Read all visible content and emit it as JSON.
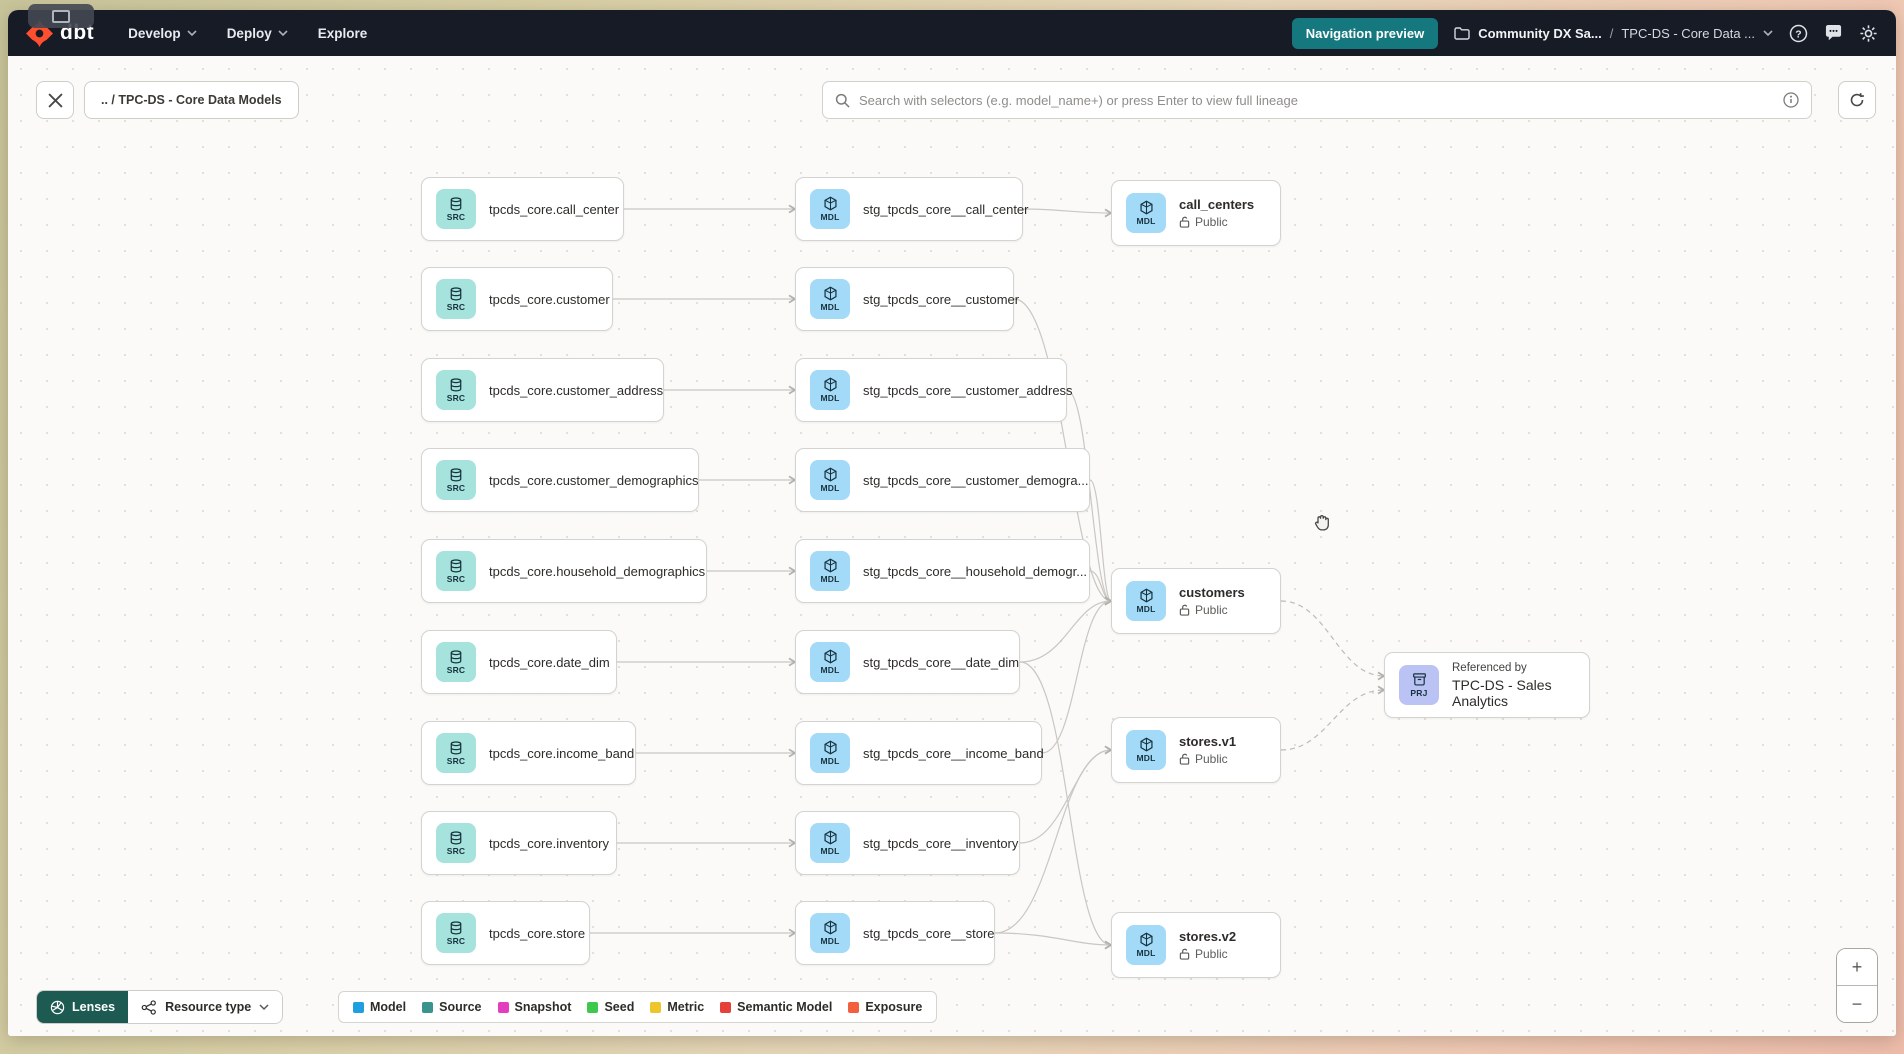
{
  "nav": {
    "brand": "dbt",
    "items": [
      {
        "label": "Develop"
      },
      {
        "label": "Deploy"
      },
      {
        "label": "Explore"
      }
    ],
    "preview_button": "Navigation preview",
    "breadcrumb": {
      "project": "Community DX Sa...",
      "separator": "/",
      "page": "TPC-DS - Core Data ..."
    }
  },
  "toolbar": {
    "breadcrumb_chip": ".. / TPC-DS - Core Data Models",
    "search_placeholder": "Search with selectors (e.g. model_name+) or press Enter to view full lineage"
  },
  "graph": {
    "badges": {
      "src": "SRC",
      "mdl": "MDL",
      "prj": "PRJ"
    },
    "sources": [
      {
        "label": "tpcds_core.call_center"
      },
      {
        "label": "tpcds_core.customer"
      },
      {
        "label": "tpcds_core.customer_address"
      },
      {
        "label": "tpcds_core.customer_demographics"
      },
      {
        "label": "tpcds_core.household_demographics"
      },
      {
        "label": "tpcds_core.date_dim"
      },
      {
        "label": "tpcds_core.income_band"
      },
      {
        "label": "tpcds_core.inventory"
      },
      {
        "label": "tpcds_core.store"
      }
    ],
    "staging": [
      {
        "label": "stg_tpcds_core__call_center"
      },
      {
        "label": "stg_tpcds_core__customer"
      },
      {
        "label": "stg_tpcds_core__customer_address"
      },
      {
        "label": "stg_tpcds_core__customer_demogra..."
      },
      {
        "label": "stg_tpcds_core__household_demogr..."
      },
      {
        "label": "stg_tpcds_core__date_dim"
      },
      {
        "label": "stg_tpcds_core__income_band"
      },
      {
        "label": "stg_tpcds_core__inventory"
      },
      {
        "label": "stg_tpcds_core__store"
      }
    ],
    "publics": [
      {
        "label": "call_centers",
        "badge": "Public"
      },
      {
        "label": "customers",
        "badge": "Public"
      },
      {
        "label": "stores.v1",
        "badge": "Public"
      },
      {
        "label": "stores.v2",
        "badge": "Public"
      }
    ],
    "project": {
      "kicker": "Referenced by",
      "label": "TPC-DS - Sales Analytics"
    }
  },
  "legend": {
    "lenses_label": "Lenses",
    "resource_type_label": "Resource type",
    "items": [
      {
        "label": "Model",
        "color": "#1f9fe0"
      },
      {
        "label": "Source",
        "color": "#3a938c"
      },
      {
        "label": "Snapshot",
        "color": "#e23ebe"
      },
      {
        "label": "Seed",
        "color": "#3ec94e"
      },
      {
        "label": "Metric",
        "color": "#edc62c"
      },
      {
        "label": "Semantic Model",
        "color": "#e5403a"
      },
      {
        "label": "Exposure",
        "color": "#f2603e"
      }
    ]
  },
  "zoom_controls": {
    "zoom_in": "+",
    "zoom_out": "−"
  },
  "colors": {
    "nav_bg": "#161b26",
    "accent_teal": "#15787e",
    "lenses_teal": "#1c5a52",
    "brand_orange": "#ff4f2e",
    "src_badge_bg": "#a5e3dc",
    "mdl_badge_bg": "#a3daf7",
    "prj_badge_bg": "#bac3f4"
  }
}
